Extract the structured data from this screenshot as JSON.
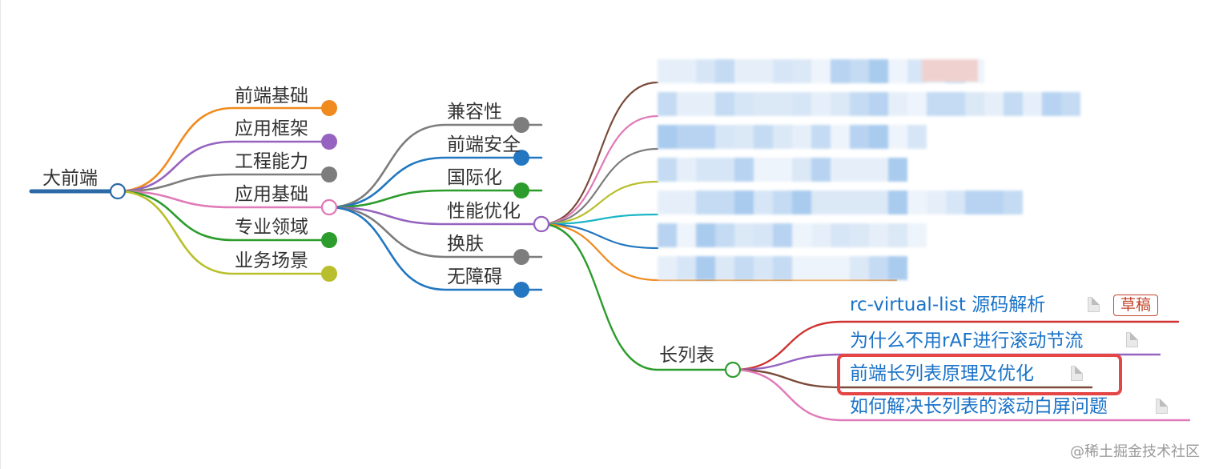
{
  "root": {
    "label": "大前端",
    "color": "#2b6aa6"
  },
  "level1": [
    {
      "label": "前端基础",
      "color": "#f08a1e"
    },
    {
      "label": "应用框架",
      "color": "#9664c0"
    },
    {
      "label": "工程能力",
      "color": "#7d7d7d"
    },
    {
      "label": "应用基础",
      "color": "#e07ab8"
    },
    {
      "label": "专业领域",
      "color": "#2c9c2c"
    },
    {
      "label": "业务场景",
      "color": "#b9bf2c"
    }
  ],
  "level2": [
    {
      "label": "兼容性",
      "color": "#7d7d7d"
    },
    {
      "label": "前端安全",
      "color": "#2277c0"
    },
    {
      "label": "国际化",
      "color": "#2c9c2c"
    },
    {
      "label": "性能优化",
      "color": "#9664c0"
    },
    {
      "label": "换肤",
      "color": "#7d7d7d"
    },
    {
      "label": "无障碍",
      "color": "#2277c0"
    }
  ],
  "level3": {
    "blurred_branch_colors": [
      "#7a4a3a",
      "#e07ab8",
      "#7d7d7d",
      "#b9bf2c",
      "#1cb6c6",
      "#2277c0",
      "#f08a1e"
    ],
    "long_list": {
      "label": "长列表",
      "color": "#2c9c2c"
    }
  },
  "articles": [
    {
      "title": "rc-virtual-list 源码解析",
      "color": "#d03232",
      "badge": "草稿",
      "icon": "document-icon"
    },
    {
      "title": "为什么不用rAF进行滚动节流",
      "color": "#9664c0",
      "icon": "document-icon"
    },
    {
      "title": "前端长列表原理及优化",
      "color": "#7a4a3a",
      "icon": "document-icon",
      "highlighted": true
    },
    {
      "title": "如何解决长列表的滚动白屏问题",
      "color": "#e07ab8",
      "icon": "document-icon"
    }
  ],
  "watermark": "@稀土掘金技术社区"
}
